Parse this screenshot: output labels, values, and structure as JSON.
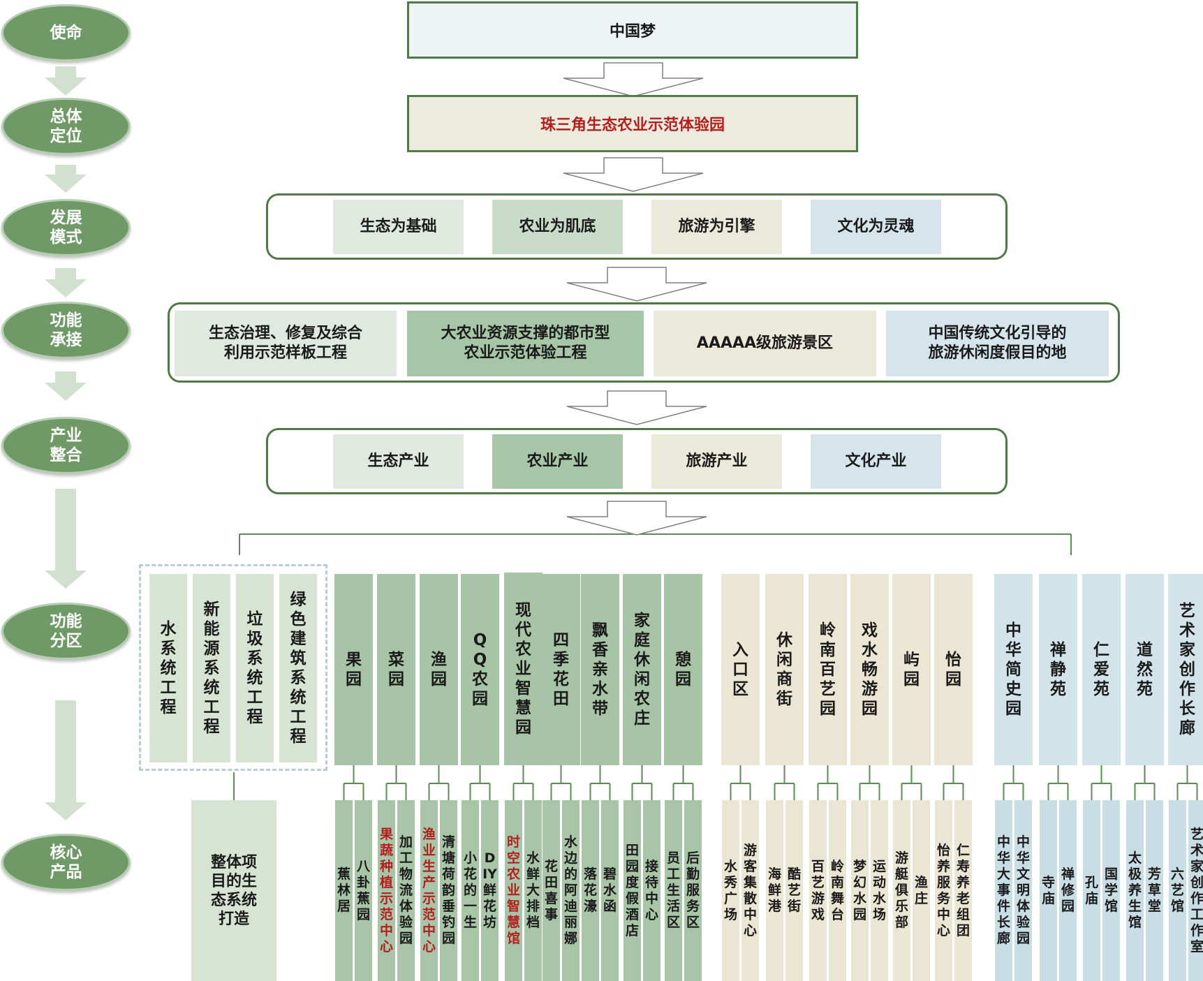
{
  "stages": [
    "使命",
    "总体\n定位",
    "发展\n模式",
    "功能\n承接",
    "产业\n整合",
    "功能\n分区",
    "核心\n产品"
  ],
  "mission": "中国梦",
  "positioning": "珠三角生态农业示范体验园",
  "development_modes": [
    "生态为基础",
    "农业为肌底",
    "旅游为引擎",
    "文化为灵魂"
  ],
  "functions": [
    "生态治理、修复及综合\n利用示范样板工程",
    "大农业资源支撑的都市型\n农业示范体验工程",
    "AAAAA级旅游景区",
    "中国传统文化引导的\n旅游休闲度假目的地"
  ],
  "industries": [
    "生态产业",
    "农业产业",
    "旅游产业",
    "文化产业"
  ],
  "eco_zones": [
    "水系统工程",
    "新能源系统工程",
    "垃圾系统工程",
    "绿色建筑系统工程"
  ],
  "eco_product": "整体项\n目的生\n态系统\n打造",
  "agri_zones": [
    {
      "name": "果园",
      "products": [
        "蕉林居",
        "八卦蕉园"
      ]
    },
    {
      "name": "菜园",
      "products": [
        "果蔬种植示范中心",
        "加工物流体验园"
      ]
    },
    {
      "name": "渔园",
      "products": [
        "渔业生产示范中心",
        "清塘荷韵垂钓园"
      ]
    },
    {
      "name": "QQ农园",
      "products": [
        "小花的一生",
        "DIY鲜花坊"
      ]
    },
    {
      "name": "现代农业智慧园",
      "products": [
        "时空农业智慧馆",
        "水鲜大排档"
      ]
    },
    {
      "name": "四季花田",
      "products": [
        "花田喜事",
        "水边的阿迪丽娜"
      ]
    },
    {
      "name": "飘香亲水带",
      "products": [
        "落花濠",
        "碧水函"
      ]
    },
    {
      "name": "家庭休闲农庄",
      "products": [
        "田园度假酒店",
        "接待中心"
      ]
    },
    {
      "name": "憩园",
      "products": [
        "员工生活区",
        "后勤服务区"
      ]
    }
  ],
  "tour_zones": [
    {
      "name": "入口区",
      "products": [
        "水秀广场",
        "游客集散中心"
      ]
    },
    {
      "name": "休闲商街",
      "products": [
        "海鲜港",
        "酷艺街"
      ]
    },
    {
      "name": "岭南百艺园",
      "products": [
        "百艺游戏",
        "岭南舞台"
      ]
    },
    {
      "name": "戏水畅游园",
      "products": [
        "梦幻水园",
        "运动水场"
      ]
    },
    {
      "name": "屿园",
      "products": [
        "游艇俱乐部",
        "渔庄"
      ]
    },
    {
      "name": "怡园",
      "products": [
        "怡养服务中心",
        "仁寿养老组团"
      ]
    }
  ],
  "cult_zones": [
    {
      "name": "中华简史园",
      "products": [
        "中华大事件长廊",
        "中华文明体验园"
      ]
    },
    {
      "name": "禅静苑",
      "products": [
        "寺庙",
        "禅修园"
      ]
    },
    {
      "name": "仁爱苑",
      "products": [
        "孔庙",
        "国学馆"
      ]
    },
    {
      "name": "道然苑",
      "products": [
        "太极养生馆",
        "芳草堂"
      ]
    },
    {
      "name": "艺术家创作长廊",
      "products": [
        "六艺馆",
        "艺术家创作工作室"
      ]
    }
  ],
  "colors": {
    "stage_green": "#6f9a68",
    "frame_green": "#4f7a48",
    "red_text": "#b21f1f"
  }
}
